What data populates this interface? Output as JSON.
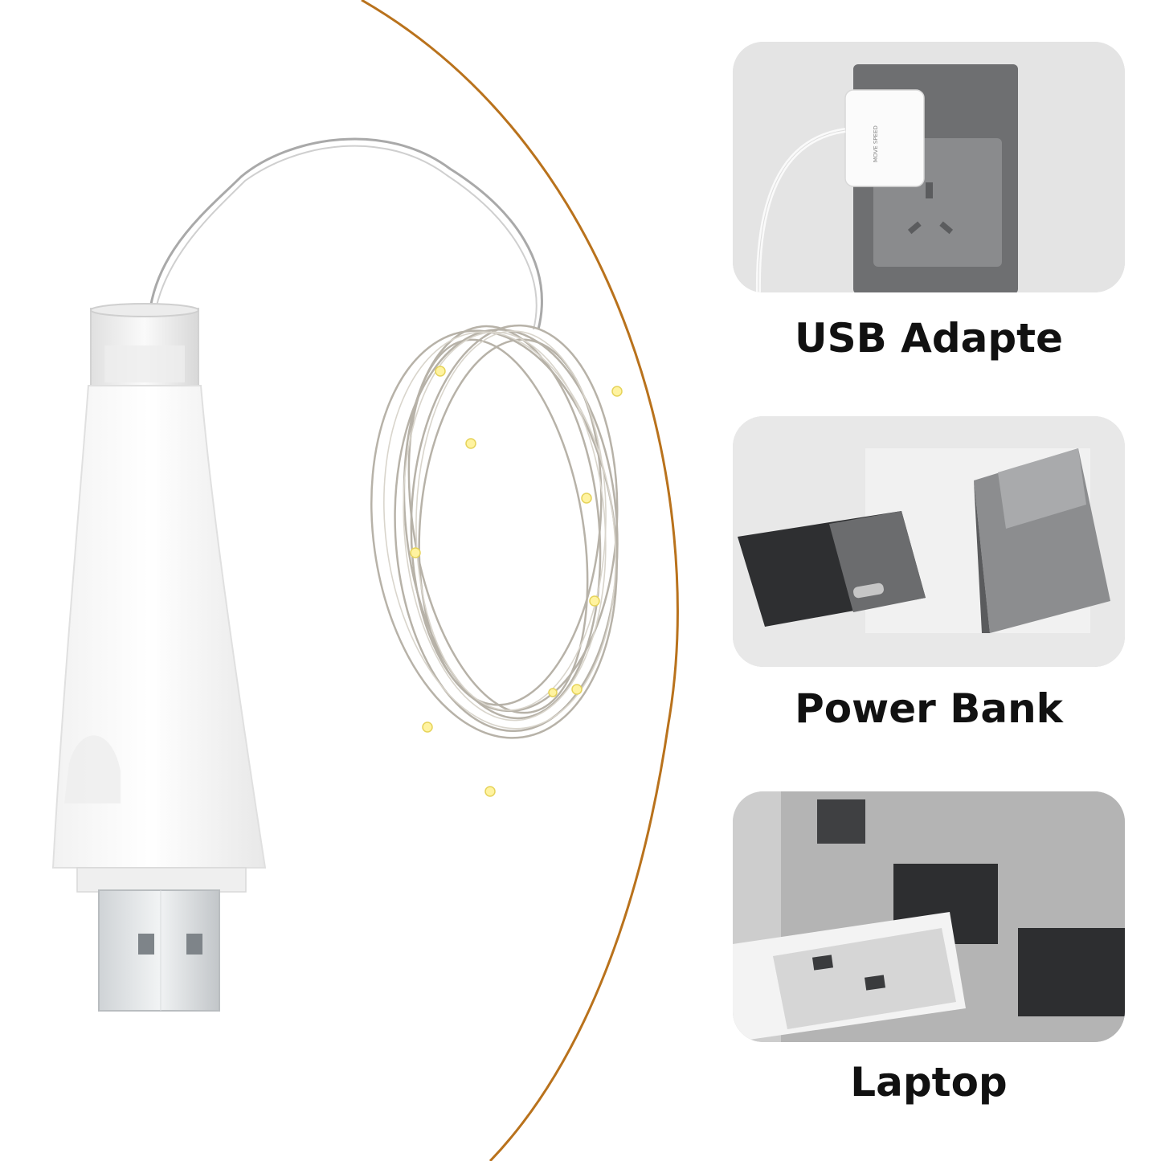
{
  "captions": {
    "adapter": "USB Adapte",
    "power_bank": "Power Bank",
    "laptop": "Laptop"
  },
  "adapter_brand_text": "MOVE SPEED",
  "colors": {
    "arc": "#b9721c",
    "caption": "#111111",
    "panel_bg": "#dcdcdc",
    "led": "#fff3a0"
  }
}
